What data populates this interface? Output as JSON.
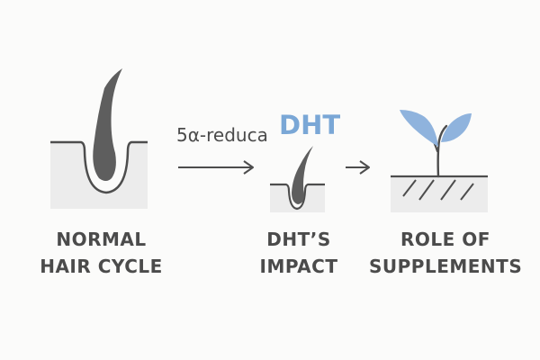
{
  "colors": {
    "background": "#fbfbfa",
    "skin_fill": "#ececec",
    "skin_line": "#4d4d4d",
    "hair": "#5e5e5e",
    "dht_accent": "#7aa7d6",
    "leaf": "#8fb3dd",
    "label_text": "#4b4b4b"
  },
  "steps": [
    {
      "label_line1": "NORMAL",
      "label_line2": "HAIR CYCLE",
      "icon": "hair-follicle-icon"
    },
    {
      "label_line1": "DHT’S",
      "label_line2": "IMPACT",
      "icon": "miniaturized-follicle-icon"
    },
    {
      "label_line1": "ROLE OF",
      "label_line2": "SUPPLEMENTS",
      "icon": "sprout-icon"
    }
  ],
  "conversion": {
    "enzyme_text": "5α-reduca",
    "product_text": "DHT"
  }
}
